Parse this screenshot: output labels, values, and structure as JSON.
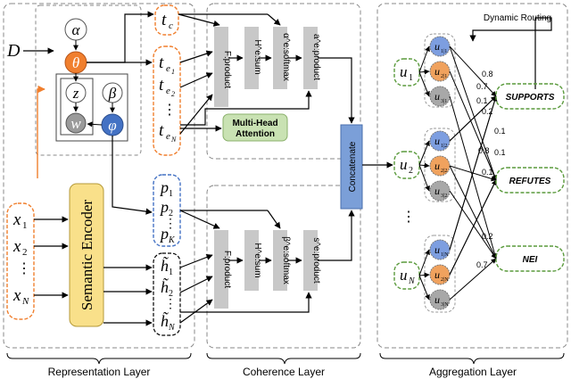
{
  "input": {
    "D": "D"
  },
  "plate": {
    "alpha": "α",
    "theta": "θ",
    "z": "z",
    "w": "w",
    "beta": "β",
    "phi": "φ"
  },
  "topics": {
    "tc": "t",
    "tc_sub": "c",
    "te1": "t",
    "te1_sub": "e",
    "te1_subsub": "1",
    "te2": "t",
    "te2_sub": "e",
    "te2_subsub": "2",
    "teN": "t",
    "teN_sub": "e",
    "teN_subsub": "N",
    "dots": "⋮"
  },
  "inputs": {
    "x1": "x",
    "x1_sub": "1",
    "x2": "x",
    "x2_sub": "2",
    "xdots": "⋮",
    "xN": "x",
    "xN_sub": "N"
  },
  "encoder": {
    "label": "Semantic Encoder",
    "color": "#f9e08a"
  },
  "props": {
    "p1": "p",
    "p1_sub": "1",
    "p2": "p",
    "p2_sub": "2",
    "dots": "⋮",
    "pK": "p",
    "pK_sub": "K"
  },
  "hidden": {
    "h1": "h̃",
    "h1_sub": "1",
    "h2": "h̃",
    "h2_sub": "2",
    "dots": "⋮",
    "hN": "h̃",
    "hN_sub": "N"
  },
  "coherence_top": {
    "F_label": "F:product",
    "H_label": "H^e:sum",
    "alpha_label": "α^e:softmax",
    "a_label": "a^e:product",
    "mha_line1": "Multi-Head",
    "mha_line2": "Attention"
  },
  "coherence_bottom": {
    "F_label": "F:product",
    "H_label": "H^e:sum",
    "beta_label": "β^e:softmax",
    "s_label": "s^e:product"
  },
  "concat": {
    "label": "Concatenate",
    "color": "#7b9fd8"
  },
  "aggregation": {
    "routing_label": "Dynamic Routing",
    "u1": "u",
    "u1_sub": "1",
    "u2": "u",
    "u2_sub": "2",
    "uN": "u",
    "uN_sub": "N",
    "dots": "⋮",
    "caps": [
      [
        "u",
        "1|1"
      ],
      [
        "u",
        "2|1"
      ],
      [
        "u",
        "3|1"
      ],
      [
        "u",
        "1|2"
      ],
      [
        "u",
        "2|2"
      ],
      [
        "u",
        "3|2"
      ],
      [
        "u",
        "1|N"
      ],
      [
        "u",
        "2|N"
      ],
      [
        "u",
        "3|N"
      ]
    ],
    "classes": [
      "SUPPORTS",
      "REFUTES",
      "NEI"
    ],
    "weights": [
      "0.8",
      "0.7",
      "0.1",
      "0.2",
      "0.1",
      "0.8",
      "0.1",
      "0.1",
      "0.2",
      "0.7"
    ]
  },
  "sections": {
    "representation": "Representation Layer",
    "coherence": "Coherence Layer",
    "aggregation": "Aggregation Layer"
  },
  "colors": {
    "orange": "#f07f2e",
    "blue": "#4472c4",
    "green": "#5a9a3c",
    "cap_blue": "#7d9ee0",
    "cap_orange": "#f0a25e",
    "cap_gray": "#a8a8a8",
    "mha": "#c9e2b3",
    "gray_block": "#c8c8c8"
  }
}
